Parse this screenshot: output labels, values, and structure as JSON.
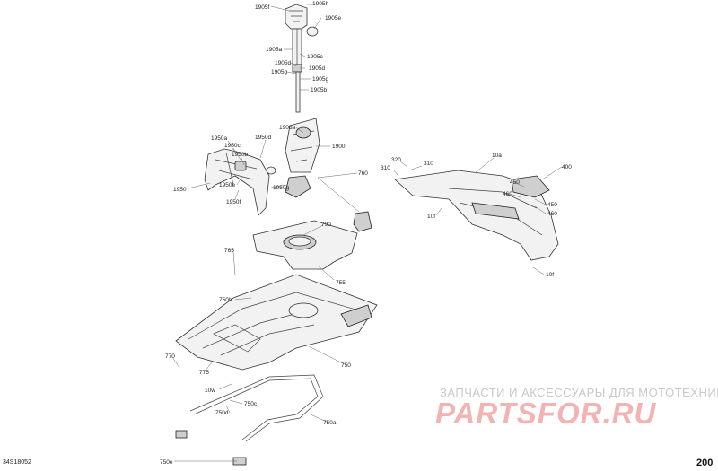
{
  "watermark": {
    "tagline": "ЗАПЧАСТИ И АКСЕССУАРЫ ДЛЯ МОТОТЕХНИКИ",
    "brand": "PARTSFOR.RU"
  },
  "footer": {
    "ref_code": "34S18052",
    "page_number": "200"
  },
  "callouts": {
    "c1905f": "1905f",
    "c1905h": "1905h",
    "c1905e": "1905e",
    "c1905a": "1905a",
    "c1905c": "1905c",
    "c1905d_a": "1905d",
    "c1905d_b": "1905d",
    "c1905g_a": "1905g",
    "c1905g_b": "1905g",
    "c1905b": "1905b",
    "c1906a": "1906a",
    "c1900": "1900",
    "c1950a": "1950a",
    "c1950d": "1950d",
    "c1950c": "1950c",
    "c1950b": "1950b",
    "c1950e": "1950e",
    "c1950": "1950",
    "c1950g": "1950g",
    "c1950f": "1950f",
    "c760": "760",
    "c790": "790",
    "c765": "765",
    "c755": "755",
    "c750b": "750b",
    "c770": "770",
    "c775": "775",
    "c750": "750",
    "c10w": "10w",
    "c750c": "750c",
    "c750d": "750d",
    "c750a": "750a",
    "c750e": "750e",
    "c320": "320",
    "c310a": "310",
    "c310b": "310",
    "c10a": "10a",
    "c400": "400",
    "c450a": "450",
    "c460a": "460",
    "c450b": "450",
    "c460b": "460",
    "c10f_a": "10f",
    "c10f_b": "10f"
  }
}
